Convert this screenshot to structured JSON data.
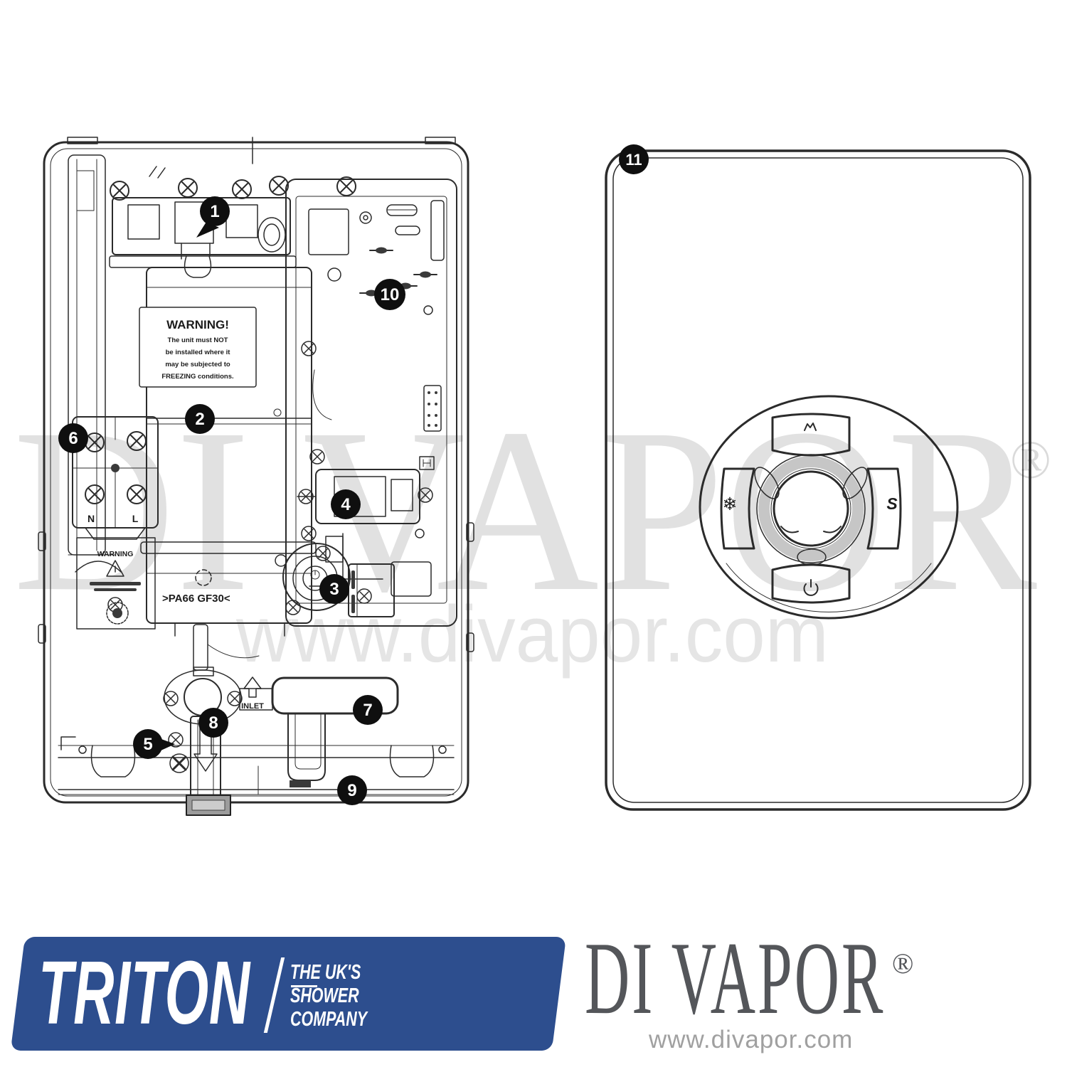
{
  "watermark": {
    "brand": "DI VAPOR",
    "registered": "®",
    "url": "www.divapor.com",
    "color": "#e1e1e1"
  },
  "diagram_left": {
    "callouts": [
      "1",
      "2",
      "3",
      "4",
      "5",
      "6",
      "7",
      "8",
      "9",
      "10"
    ],
    "warning_label": {
      "title": "WARNING!",
      "lines": [
        "The unit must NOT",
        "be installed where it",
        "may be subjected to",
        "FREEZING conditions."
      ]
    },
    "terminal_block": {
      "neutral": "N",
      "live": "L",
      "warning": "WARNING"
    },
    "material_text": ">PA66 GF30<",
    "inlet_label": "INLET"
  },
  "diagram_right": {
    "callout": "11",
    "icons": {
      "cold": "❄",
      "heat": "S"
    }
  },
  "footer": {
    "triton": {
      "name": "TRITON",
      "tagline": [
        "THE UK'S",
        "SHOWER",
        "COMPANY"
      ],
      "brand_color": "#2d4e8e"
    },
    "divapor": {
      "name": "DI VAPOR",
      "registered": "®",
      "url": "www.divapor.com",
      "color": "#54565a"
    }
  }
}
